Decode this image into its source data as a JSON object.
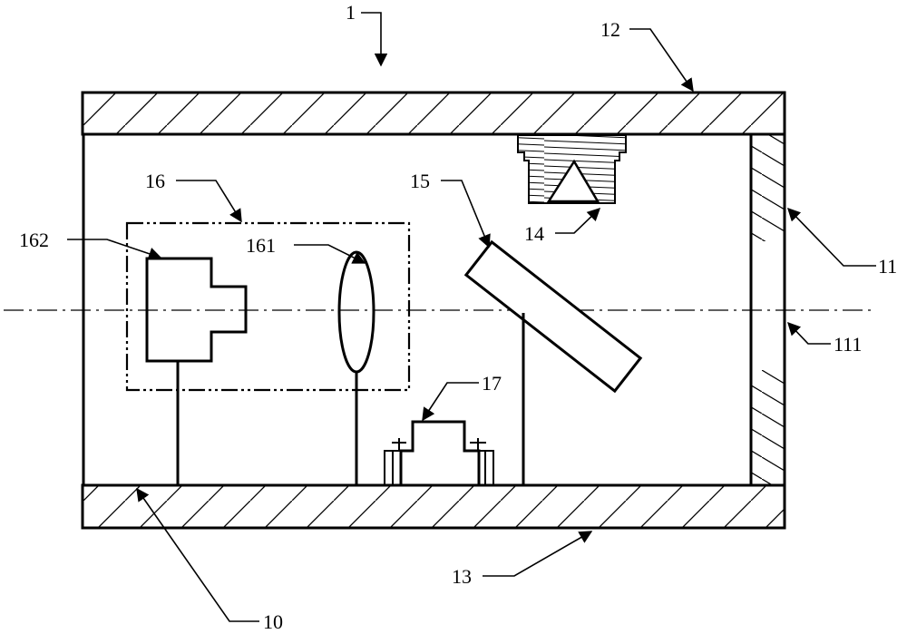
{
  "labels": {
    "l1": "1",
    "l10": "10",
    "l11": "11",
    "l111": "111",
    "l12": "12",
    "l13": "13",
    "l14": "14",
    "l15": "15",
    "l16": "16",
    "l161": "161",
    "l162": "162",
    "l17": "17"
  },
  "colors": {
    "ink": "#000000",
    "background": "#ffffff"
  }
}
